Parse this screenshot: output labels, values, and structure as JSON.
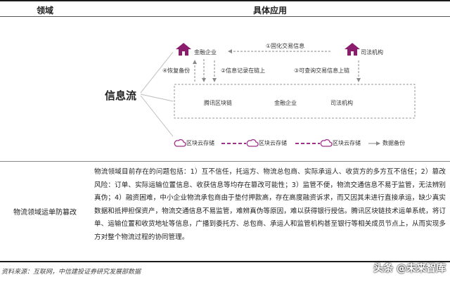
{
  "table": {
    "header_left": "领域",
    "header_right": "具体应用",
    "row_domain": "物流领域运单防篡改",
    "row_desc": "物流领域目前存在的问题包括：1）互不信任，托运方、物流总包商、实际承运人、收货方的多方互不信任；2）篡改风险：订单、实际运输位置信息、收获信息等均存在篡改可能性；3）监管不便，物流交通信息不易于监管，无法辨别真伪；4）融资困难，中小企业物流承包商由于垫付押款高，存在高度融资诉求，而又因其未进行直接承运，缺少真实数据和抵押担保资产，物流交通信息不易监管，难辨真伪等原因，难以获得银行授信。腾讯区块链技术运单系统，将订单、运输位置和收货地址等信息，广播到委托方、总包商、承运人和监管机构甚至银行等相关成员节点上，从而实现多方对整个物流过程的协同管理。"
  },
  "diagram": {
    "info_flow": "信息流",
    "left_node": "金融企业",
    "right_node": "司法机构",
    "step1": "①固化交易信息",
    "step2": "②信息记录在链上",
    "step3": "③可查询交易信息上链",
    "step4": "④恢复备份",
    "box_items": [
      "腾讯区块链",
      "金融企业",
      "司法机构"
    ],
    "storage": [
      "区块云存储",
      "区块云存储",
      "区块云存储"
    ],
    "backup": "数据备份",
    "colors": {
      "house": "#8b1d6e",
      "accent": "#a0308a",
      "arrow": "#8a8a8a"
    }
  },
  "source": "资料来源：互联网，中信建投证券研究发展部数据",
  "watermark": "头条 @未来智库"
}
